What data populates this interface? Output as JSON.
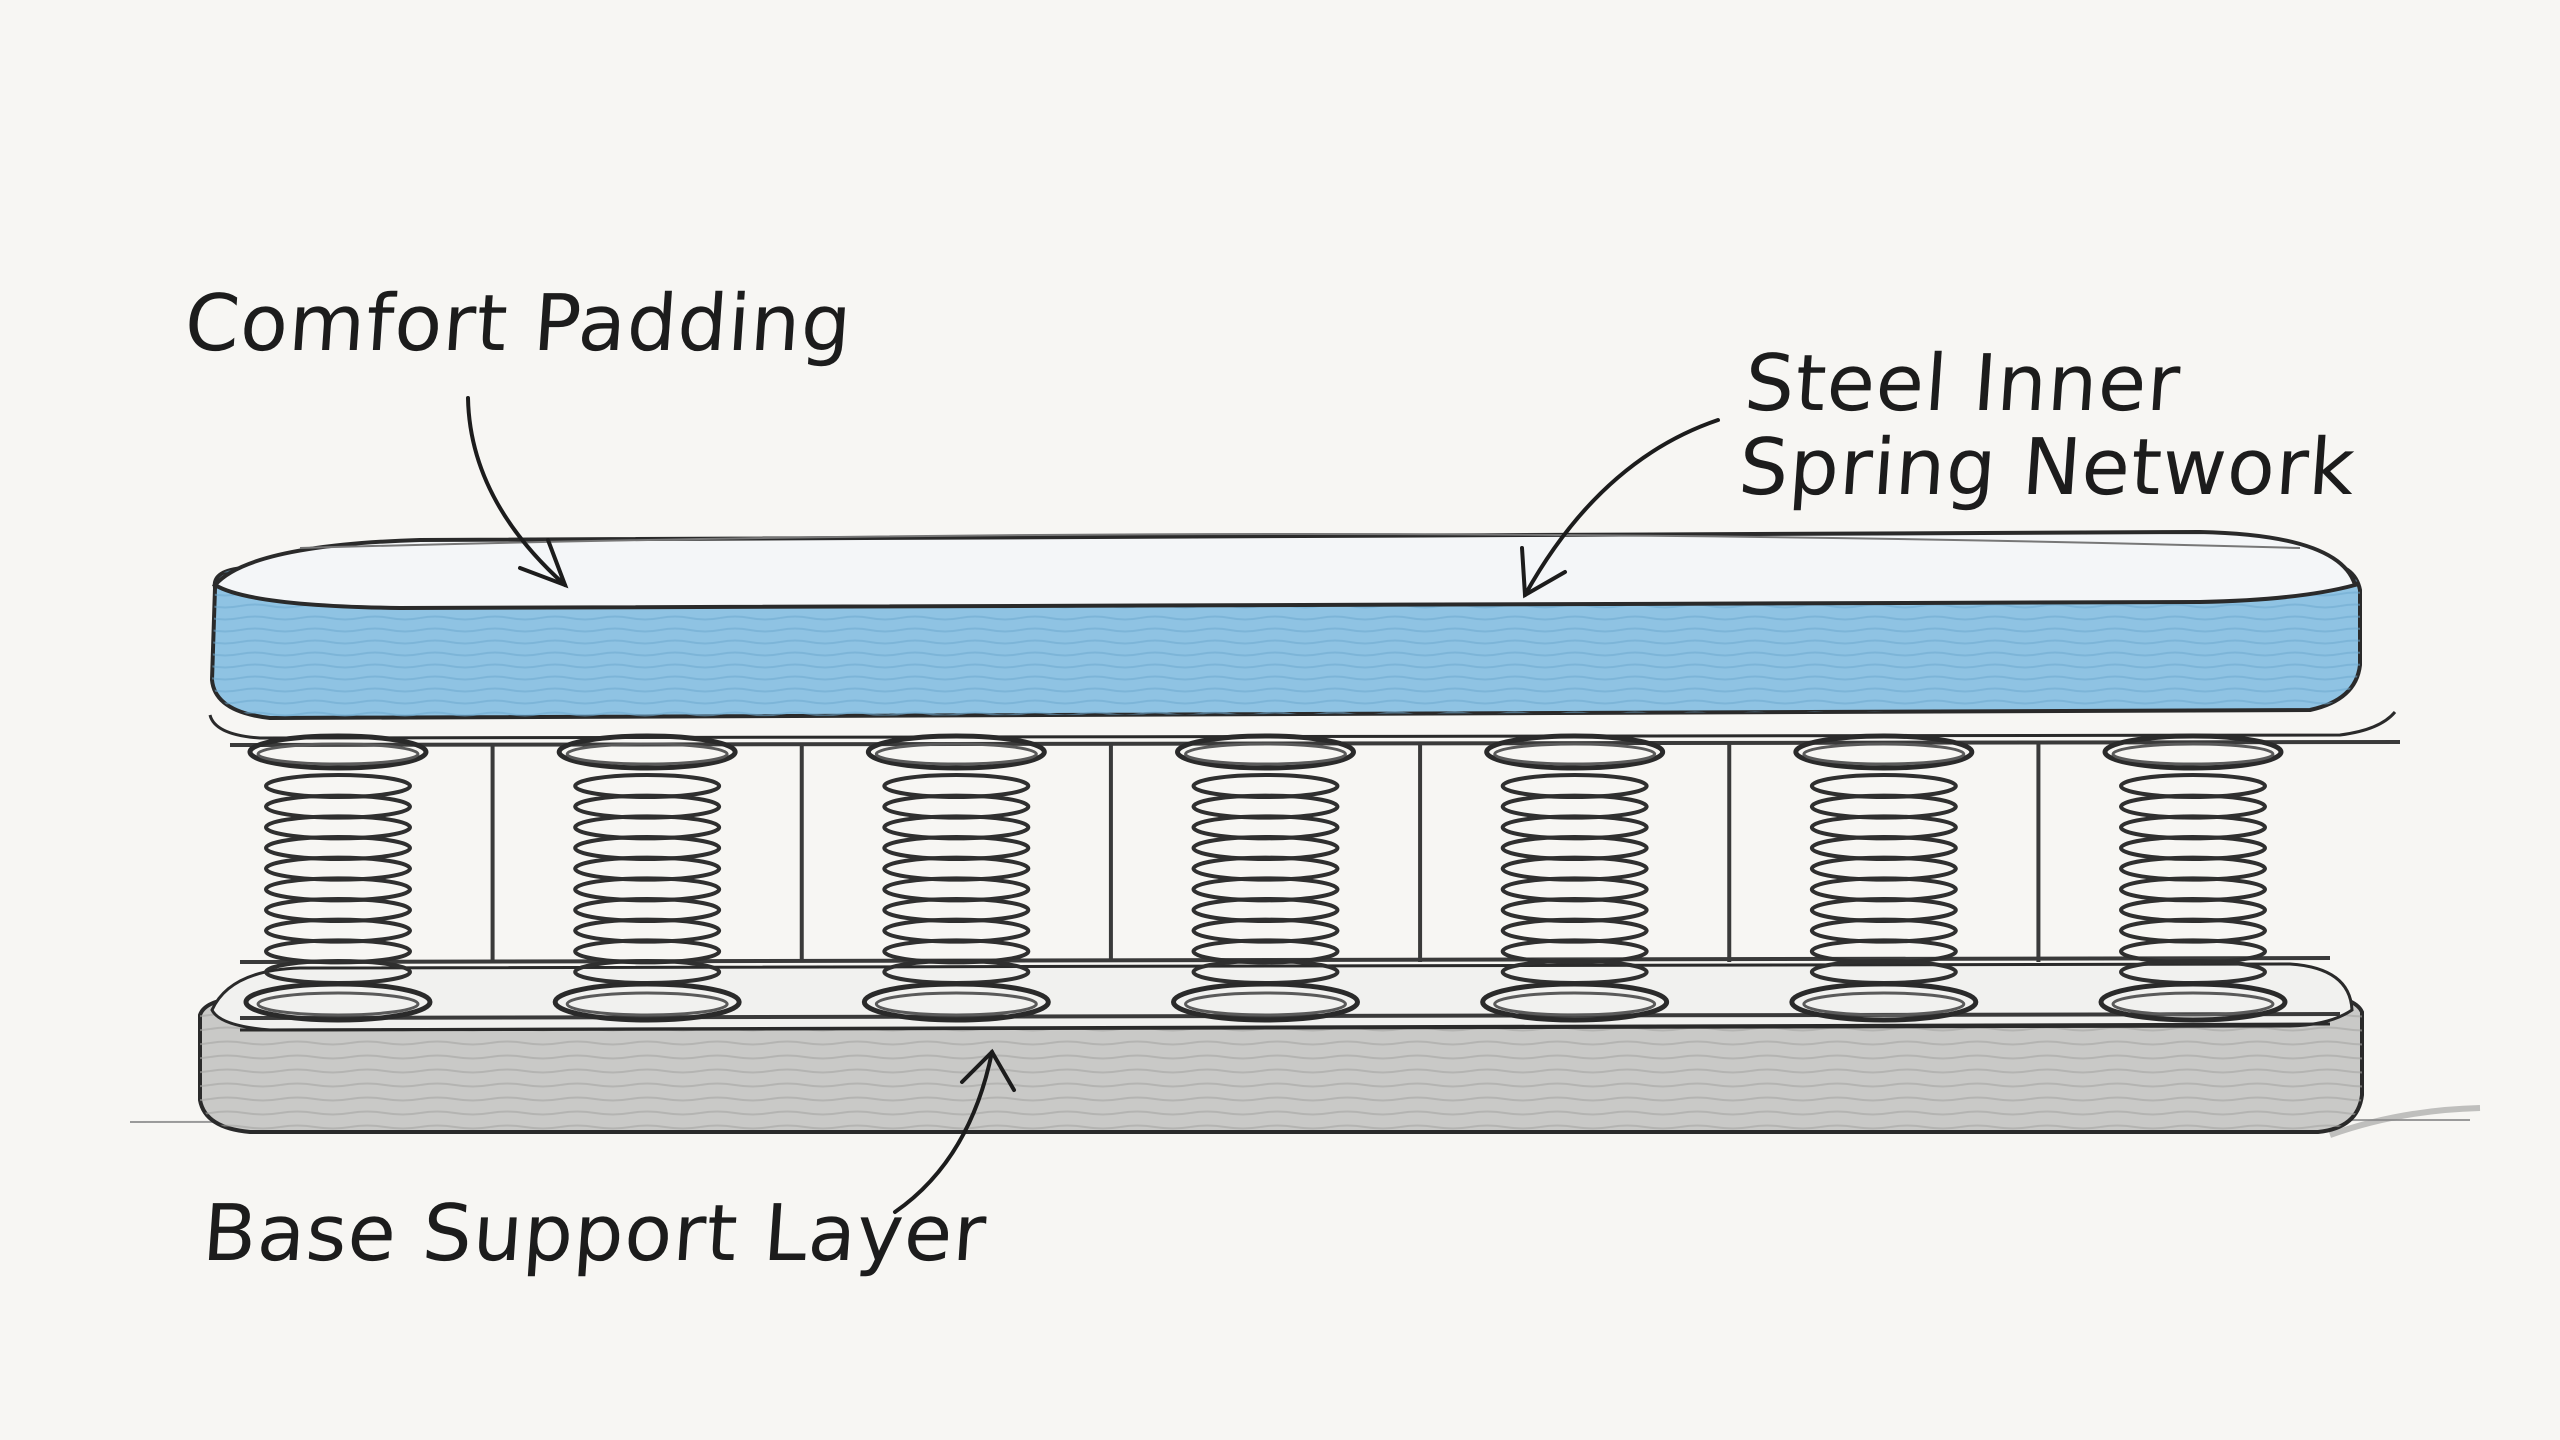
{
  "labels": {
    "comfort_padding": "Comfort Padding",
    "spring_network": "Steel Inner\nSpring Network",
    "base_layer": "Base Support Layer"
  },
  "diagram": {
    "spring_count": 7,
    "colors": {
      "paper": "#f7f6f3",
      "ink": "#2a2a2a",
      "padding_fill": "#8fc3e3",
      "padding_top": "#f4f6f8",
      "base_fill": "#c9c9c7",
      "base_top": "#f1f1ef",
      "steel": "#5a5a5a"
    }
  }
}
